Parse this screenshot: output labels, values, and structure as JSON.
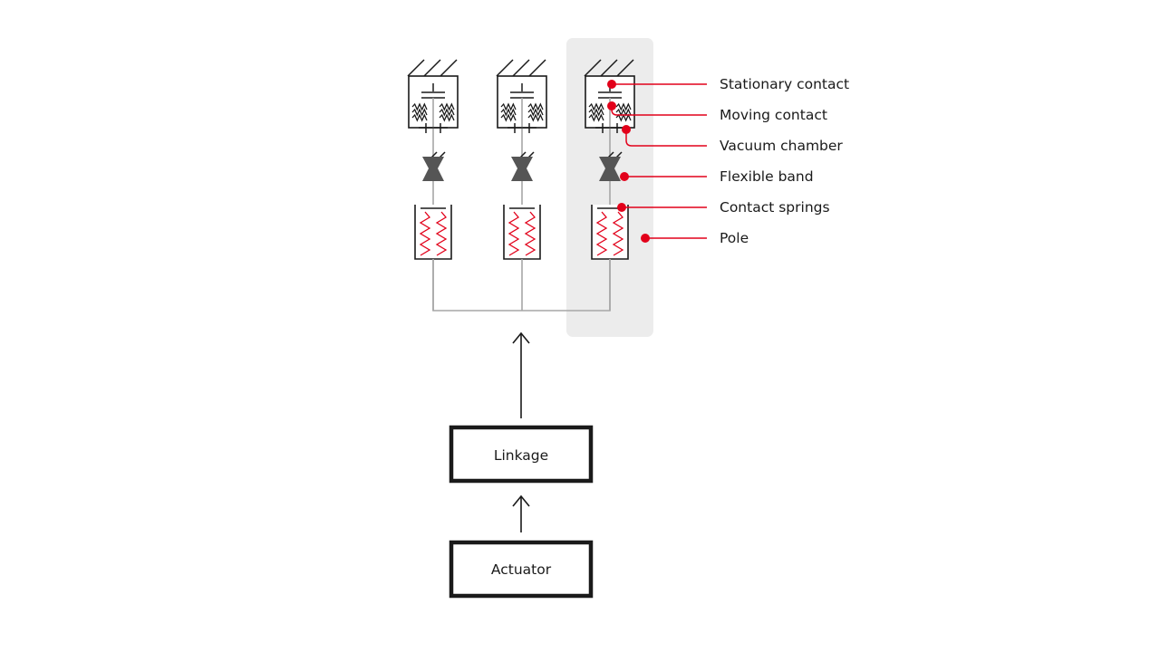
{
  "colors": {
    "accent": "#e2001a",
    "highlight": "#ececec",
    "linkage_line": "#a6a6a6",
    "band": "#555555",
    "ink": "#1a1a1a"
  },
  "labels": {
    "stationary_contact": "Stationary contact",
    "moving_contact": "Moving contact",
    "vacuum_chamber": "Vacuum chamber",
    "flexible_band": "Flexible band",
    "contact_springs": "Contact springs",
    "pole": "Pole"
  },
  "boxes": {
    "linkage": "Linkage",
    "actuator": "Actuator"
  },
  "poles": [
    "pole-1",
    "pole-2",
    "pole-3"
  ]
}
